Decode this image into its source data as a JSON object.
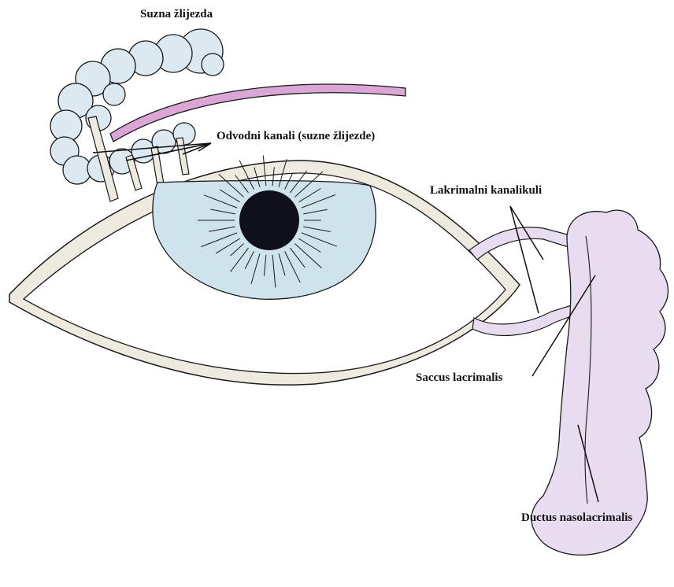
{
  "labels": {
    "lacrimal_gland": "Suzna žlijezda",
    "excretory_ducts": "Odvodni kanali (suzne žlijezde)",
    "lacrimal_canaliculi": "Lakrimalni kanalikuli",
    "lacrimal_sac": "Saccus lacrimalis",
    "nasolacrimal_duct": "Ductus nasolacrimalis"
  },
  "colors": {
    "gland_fill": "#dde9f1",
    "eyelid_fill": "#eeeae0",
    "brow_fill": "#d9a6d6",
    "iris_fill": "#cfe3ec",
    "pupil_fill": "#10101c",
    "sac_fill": "#e8dcf0",
    "outline": "#1a1a1a"
  }
}
